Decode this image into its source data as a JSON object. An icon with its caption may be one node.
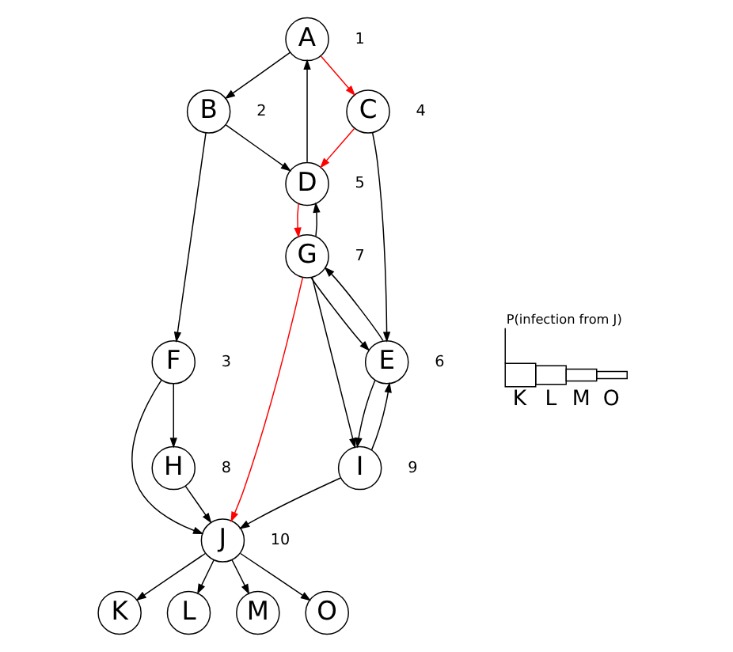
{
  "diagram": {
    "nodes": [
      {
        "text": [
          "A"
        ],
        "beside": [
          "1"
        ]
      },
      {
        "text": [
          "B"
        ],
        "beside": [
          "2"
        ]
      },
      {
        "text": [
          "C"
        ],
        "beside": [
          "4"
        ]
      },
      {
        "text": [
          "D"
        ],
        "beside": [
          "5"
        ]
      },
      {
        "text": [
          "E"
        ],
        "beside": [
          "6"
        ]
      },
      {
        "text": [
          "F"
        ],
        "beside": [
          "3"
        ]
      },
      {
        "text": [
          "G"
        ],
        "beside": [
          "7"
        ]
      },
      {
        "text": [
          "H"
        ],
        "beside": [
          "8"
        ]
      },
      {
        "text": [
          "I"
        ],
        "beside": [
          "9"
        ]
      },
      {
        "text": [
          "J"
        ],
        "beside": [
          "10"
        ]
      },
      {
        "text": [
          "K"
        ]
      },
      {
        "text": [
          "L"
        ]
      },
      {
        "text": [
          "M"
        ]
      },
      {
        "text": [
          "O"
        ]
      }
    ],
    "edges": [
      {
        "from": 0,
        "to": 1,
        "arrow": "to"
      },
      {
        "from": 0,
        "to": 2,
        "arrow": "to",
        "color": "#ff0000"
      },
      {
        "from": 3,
        "to": 0,
        "arrow": "to"
      },
      {
        "from": 2,
        "to": 3,
        "arrow": "to",
        "color": "#ff0000"
      },
      {
        "from": 2,
        "to": 4,
        "arrow": "to"
      },
      {
        "from": 1,
        "to": 3,
        "arrow": "to"
      },
      {
        "from": 1,
        "to": 5,
        "arrow": "to"
      },
      {
        "from": 3,
        "to": 6,
        "arrow": "to",
        "color": "#ff0000"
      },
      {
        "from": 6,
        "to": 3,
        "arrow": "to"
      },
      {
        "from": 4,
        "to": 6,
        "arrow": "to"
      },
      {
        "from": 6,
        "to": 4,
        "arrow": "to"
      },
      {
        "from": 6,
        "to": 8,
        "arrow": "to"
      },
      {
        "from": 8,
        "to": 4,
        "arrow": "to"
      },
      {
        "from": 4,
        "to": 8,
        "arrow": "to"
      },
      {
        "from": 5,
        "to": 7,
        "arrow": "to"
      },
      {
        "from": 5,
        "to": 9,
        "arrow": "to"
      },
      {
        "from": 7,
        "to": 9,
        "arrow": "to"
      },
      {
        "from": 6,
        "to": 9,
        "arrow": "to",
        "color": "#ff0000"
      },
      {
        "from": 8,
        "to": 9,
        "arrow": "to"
      },
      {
        "from": 9,
        "to": 10,
        "arrow": "to"
      },
      {
        "from": 9,
        "to": 11,
        "arrow": "to"
      },
      {
        "from": 9,
        "to": 12,
        "arrow": "to"
      },
      {
        "from": 9,
        "to": 13,
        "arrow": "to"
      }
    ],
    "labels": [
      "P(infection from J)",
      "K",
      "L",
      "M",
      "O"
    ]
  }
}
